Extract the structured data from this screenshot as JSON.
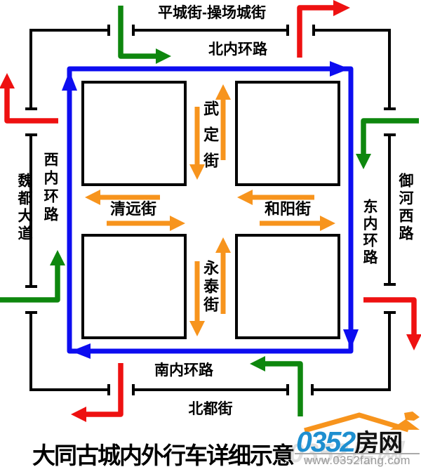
{
  "colors": {
    "blue": "#0d0df0",
    "red": "#ee1111",
    "green": "#0e870e",
    "orange": "#f7941d",
    "logo_blue": "#1e8fd0",
    "logo_gray": "#9a9a9a"
  },
  "labels": {
    "top_street": "平城街-操场城街",
    "north_ring": "北内环路",
    "south_ring": "南内环路",
    "beidu_street": "北都街",
    "west_ring": "西内环路",
    "weidu_avenue": "魏都大道",
    "east_ring": "东内环路",
    "yuhe_west_road": "御河西路",
    "wuding_street": "武定街",
    "yongtai_street": "永泰街",
    "qingyuan_street": "清远街",
    "heyang_street": "和阳街"
  },
  "title": "大同古城内外行车详细示意",
  "logo": {
    "number": "0352",
    "name": "房网",
    "full": "0352房网",
    "url": "www.0352fang.com"
  }
}
